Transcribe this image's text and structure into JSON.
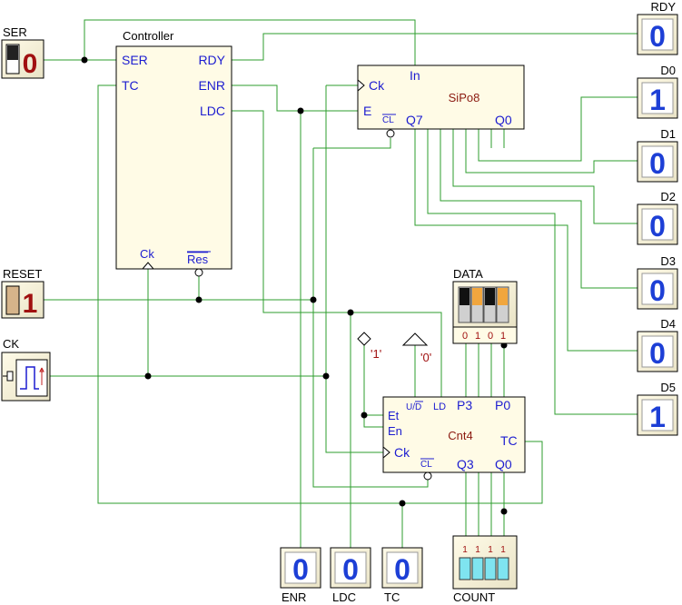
{
  "controller": {
    "title": "Controller",
    "pins": {
      "ser": "SER",
      "tc": "TC",
      "rdy": "RDY",
      "enr": "ENR",
      "ldc": "LDC",
      "ck": "Ck",
      "res": "Res"
    }
  },
  "sipo": {
    "name": "SiPo8",
    "pins": {
      "in": "In",
      "ck": "Ck",
      "e": "E",
      "cl": "CL",
      "q7": "Q7",
      "q0": "Q0"
    }
  },
  "counter": {
    "name": "Cnt4",
    "pins": {
      "ud": "U/D",
      "ld": "LD",
      "p3": "P3",
      "p0": "P0",
      "et": "Et",
      "en": "En",
      "ck": "Ck",
      "tc": "TC",
      "cl": "CL",
      "q3": "Q3",
      "q0": "Q0"
    }
  },
  "inputs": {
    "ser": {
      "label": "SER",
      "value": "0"
    },
    "reset": {
      "label": "RESET",
      "value": "1"
    },
    "ck": {
      "label": "CK"
    }
  },
  "constants": {
    "one": "'1'",
    "zero": "'0'"
  },
  "data_switch": {
    "label": "DATA",
    "bits": [
      "0",
      "1",
      "0",
      "1"
    ]
  },
  "count_display": {
    "label": "COUNT",
    "bits": [
      "1",
      "1",
      "1",
      "1"
    ]
  },
  "outputs": [
    {
      "label": "RDY",
      "value": "0"
    },
    {
      "label": "D0",
      "value": "1"
    },
    {
      "label": "D1",
      "value": "0"
    },
    {
      "label": "D2",
      "value": "0"
    },
    {
      "label": "D3",
      "value": "0"
    },
    {
      "label": "D4",
      "value": "0"
    },
    {
      "label": "D5",
      "value": "1"
    }
  ],
  "bottom_outputs": [
    {
      "label": "ENR",
      "value": "0"
    },
    {
      "label": "LDC",
      "value": "0"
    },
    {
      "label": "TC",
      "value": "0"
    }
  ],
  "colors": {
    "wire": "#2e9e2e",
    "chip_fill": "#fffbe6",
    "pin_text": "#1c1cd0",
    "chip_name": "#8b1a10",
    "digit": "#1d3fd6",
    "digit_red": "#a01010",
    "constant": "#a01010"
  }
}
